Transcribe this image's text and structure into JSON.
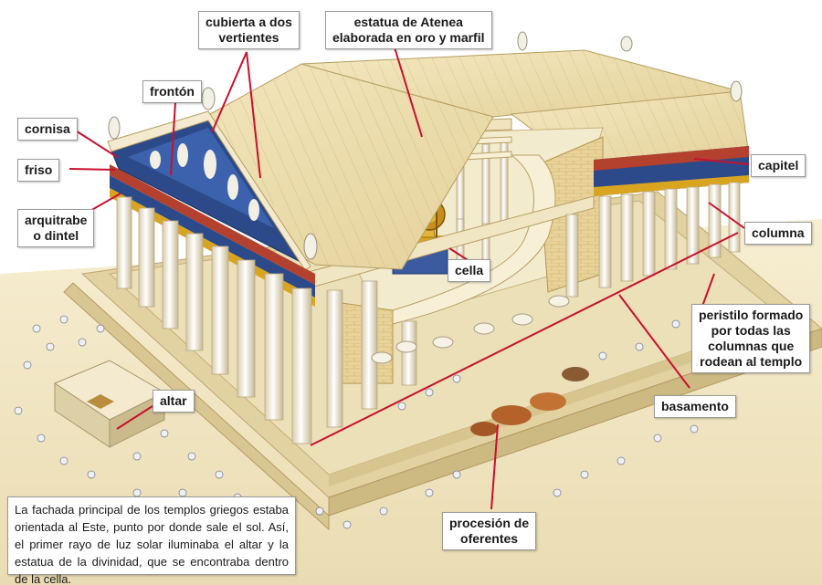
{
  "labels": {
    "cornisa": "cornisa",
    "friso": "friso",
    "arquitrabe_1": "arquitrabe",
    "arquitrabe_2": "o dintel",
    "fronton": "frontón",
    "cubierta_1": "cubierta a dos",
    "cubierta_2": "vertientes",
    "estatua_1": "estatua de Atenea",
    "estatua_2": "elaborada en oro y marfil",
    "capitel": "capitel",
    "columna": "columna",
    "cella": "cella",
    "peristilo_1": "peristilo formado",
    "peristilo_2": "por todas las",
    "peristilo_3": "columnas que",
    "peristilo_4": "rodean al templo",
    "basamento": "basamento",
    "altar": "altar",
    "procesion_1": "procesión de",
    "procesion_2": "oferentes"
  },
  "caption": "La fachada principal de los templos griegos estaba orientada al Este, punto por donde sale el sol. Así, el primer rayo de luz solar iluminaba el altar y la estatua de la divinidad, que se encontraba dentro de la cella.",
  "colors": {
    "leader": "#c8102e",
    "stone": "#efe2b4",
    "frieze": "#2c4a8a",
    "gold": "#d9a520"
  }
}
